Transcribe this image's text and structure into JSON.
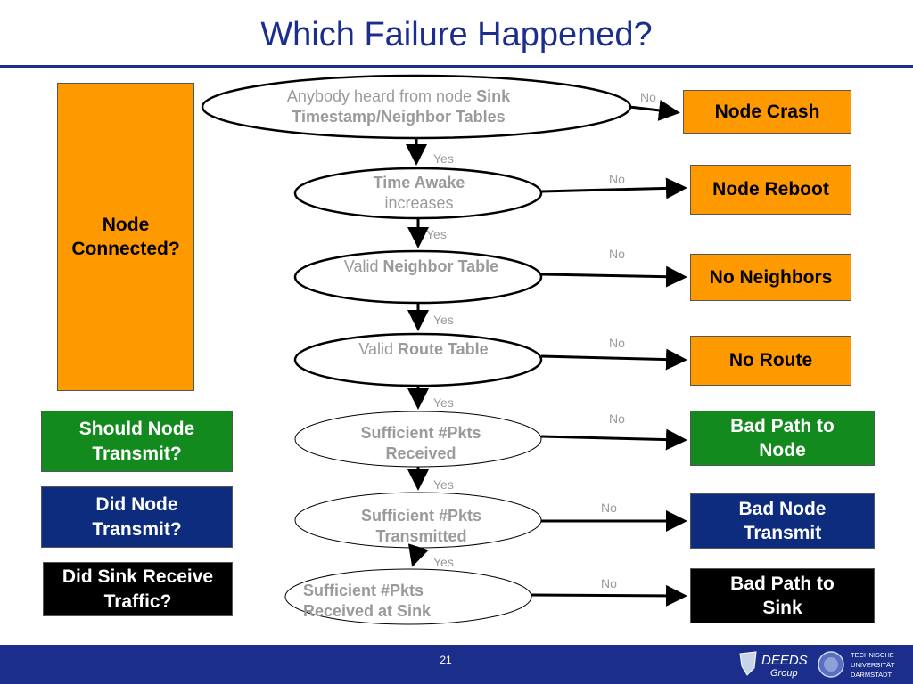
{
  "slide": {
    "title": "Which Failure Happened?",
    "page_number": "21"
  },
  "left_boxes": {
    "node_connected": "Node Connected?",
    "should_node_transmit": "Should Node Transmit?",
    "did_node_transmit": "Did Node Transmit?",
    "did_sink_receive": "Did Sink Receive Traffic?"
  },
  "decisions": [
    {
      "pre": "Anybody heard from node ",
      "bold": "Sink Timestamp/Neighbor Tables",
      "post": ""
    },
    {
      "pre": "",
      "bold": "Time Awake",
      "post": " increases"
    },
    {
      "pre": "Valid ",
      "bold": "Neighbor Table",
      "post": ""
    },
    {
      "pre": "Valid ",
      "bold": "Route Table",
      "post": ""
    },
    {
      "pre": "",
      "bold": "Sufficient #Pkts Received",
      "post": ""
    },
    {
      "pre": "",
      "bold": "Sufficient #Pkts Transmitted",
      "post": ""
    },
    {
      "pre": "",
      "bold": "Sufficient #Pkts Received at Sink",
      "post": ""
    }
  ],
  "outcomes": [
    "Node Crash",
    "Node Reboot",
    "No Neighbors",
    "No Route",
    "Bad Path to Node",
    "Bad Node Transmit",
    "Bad Path to Sink"
  ],
  "edge_labels": {
    "yes": "Yes",
    "no": "No"
  },
  "colors": {
    "title": "#1c2e8c",
    "orange": "#ff9900",
    "green": "#128a1d",
    "blue": "#0d2c7d",
    "black": "#000000"
  },
  "logos": {
    "deeds_line1": "DEEDS",
    "deeds_line2": "Group",
    "tud_line1": "TECHNISCHE",
    "tud_line2": "UNIVERSITÄT",
    "tud_line3": "DARMSTADT"
  }
}
